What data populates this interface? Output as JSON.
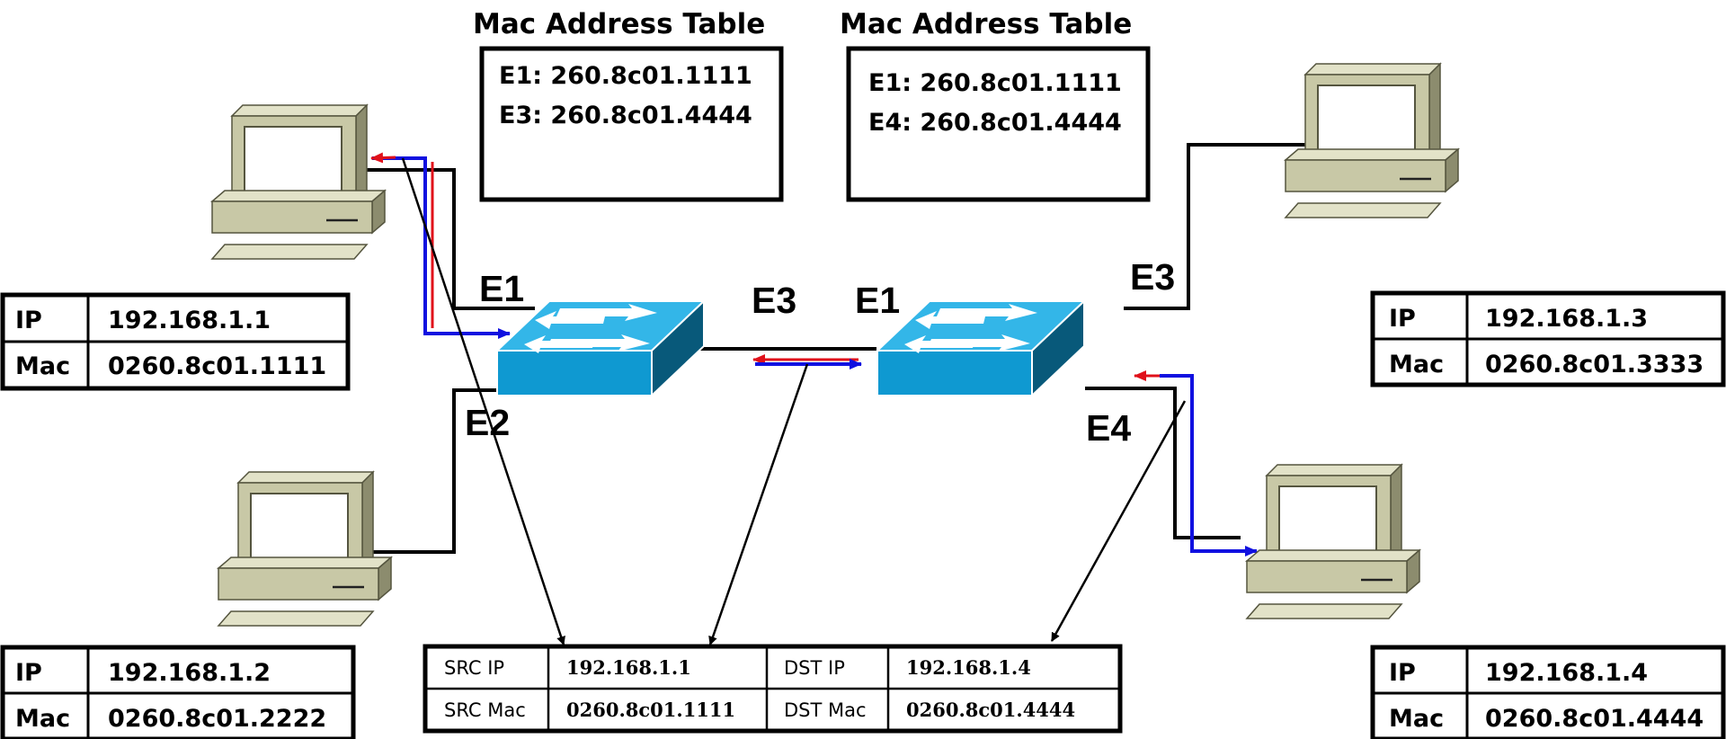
{
  "mac_tables": [
    {
      "title": "Mac Address Table",
      "entries": [
        "E1: 260.8c01.1111",
        "E3: 260.8c01.4444"
      ]
    },
    {
      "title": "Mac Address Table",
      "entries": [
        "E1: 260.8c01.1111",
        "E4: 260.8c01.4444"
      ]
    }
  ],
  "ports": {
    "sw1_e1": "E1",
    "sw1_e2": "E2",
    "sw1_e3": "E3",
    "sw2_e1": "E1",
    "sw2_e3": "E3",
    "sw2_e4": "E4"
  },
  "hosts": [
    {
      "ip_label": "IP",
      "ip": "192.168.1.1",
      "mac_label": "Mac",
      "mac": "0260.8c01.1111"
    },
    {
      "ip_label": "IP",
      "ip": "192.168.1.2",
      "mac_label": "Mac",
      "mac": "0260.8c01.2222"
    },
    {
      "ip_label": "IP",
      "ip": "192.168.1.3",
      "mac_label": "Mac",
      "mac": "0260.8c01.3333"
    },
    {
      "ip_label": "IP",
      "ip": "192.168.1.4",
      "mac_label": "Mac",
      "mac": "0260.8c01.4444"
    }
  ],
  "packet": {
    "src_ip_label": "SRC IP",
    "src_ip": "192.168.1.1",
    "dst_ip_label": "DST IP",
    "dst_ip": "192.168.1.4",
    "src_mac_label": "SRC Mac",
    "src_mac": "0260.8c01.1111",
    "dst_mac_label": "DST Mac",
    "dst_mac": "0260.8c01.4444"
  },
  "colors": {
    "switch_top": "#33b6e8",
    "switch_front": "#0f99d1",
    "switch_side": "#08597a",
    "pc_body": "#c8c8a6",
    "pc_dark": "#8c8c6e",
    "frame_path": "#1010e0",
    "return_path": "#e0101a"
  }
}
